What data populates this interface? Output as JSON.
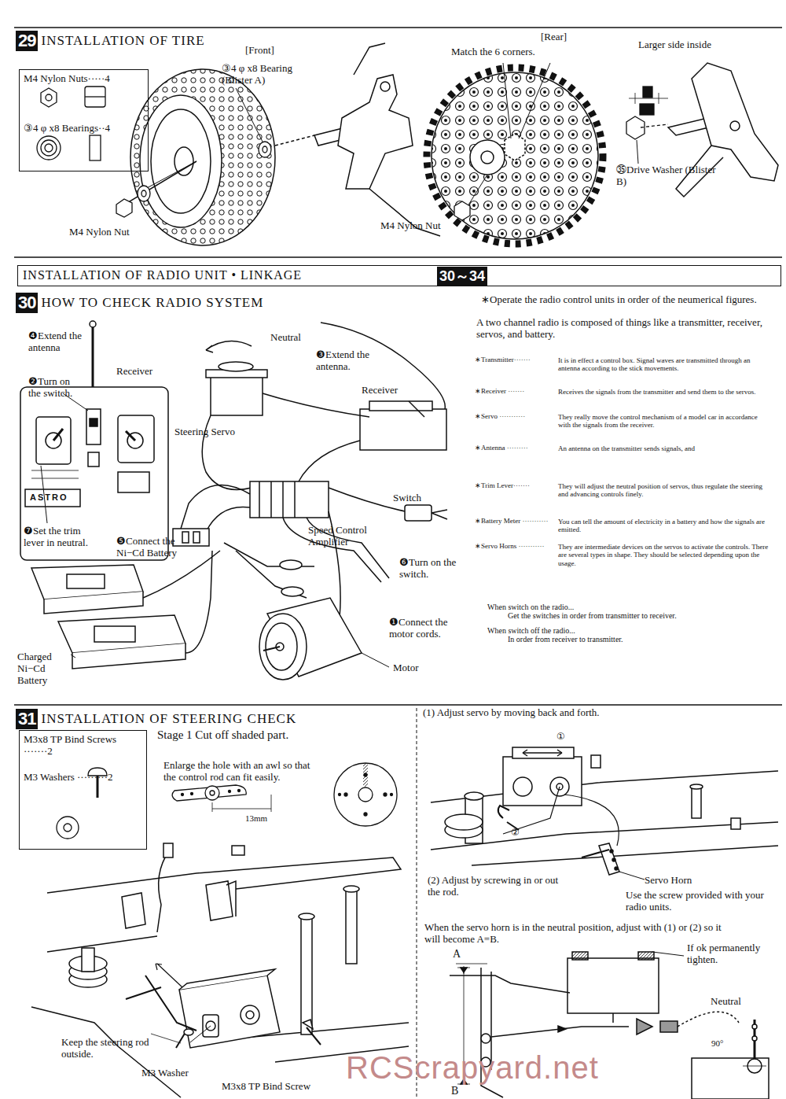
{
  "diagram": {
    "nodes": [
      {
        "text": [
          "29",
          "INSTALLATION OF TIRE"
        ]
      },
      {
        "text": [
          "M4 Nylon Nuts·····4",
          "③4 φ x8 Bearings··4"
        ]
      },
      {
        "text": [
          "INSTALLATION OF RADIO UNIT • LINKAGE",
          "30～34"
        ]
      },
      {
        "text": [
          "30",
          "HOW TO CHECK RADIO SYSTEM"
        ]
      },
      {
        "text": [
          "31",
          "INSTALLATION OF STEERING CHECK"
        ]
      },
      {
        "text": [
          "M3x8 TP Bind Screws ·······2",
          "M3 Washers ·········2"
        ]
      }
    ],
    "labels": [
      "[Front]",
      "③4 φ x8 Bearing (Blister A)",
      "M4 Nylon Nut",
      "[Rear]",
      "Match the 6 corners.",
      "Larger side inside",
      "㉟Drive Washer (Blister B)",
      "M4 Nylon Nut",
      "❹Extend the antenna",
      "Receiver",
      "❷Turn on the switch.",
      "❼Set the trim lever in neutral.",
      "❺Connect the Ni−Cd Battery",
      "Neutral",
      "❸Extend the antenna.",
      "Receiver",
      "Steering Servo",
      "Speed Control Amplifier",
      "Switch",
      "❻Turn on the switch.",
      "❶Connect the motor cords.",
      "Motor",
      "Charged Ni−Cd Battery",
      "ASTRO",
      "∗Operate the radio control units in order of the neumerical figures.",
      "A two channel radio is composed of things like a transmitter, receiver, servos, and battery.",
      "∗Transmitter·······",
      "It is in effect a control box. Signal waves are transmitted through an antenna according to the stick movements.",
      "∗Receiver ·······",
      "Receives the signals from the transmitter and send them to the servos.",
      "∗Servo ···········",
      "They really move the control mechanism of a model car in accordance with the signals from the receiver.",
      "∗Antenna ·········",
      "An antenna on the transmitter sends signals, and",
      "∗Trim Lever·······",
      "They will adjust the neutral position of servos, thus regulate the steering and advancing controls finely.",
      "∗Battery Meter ···········",
      "You can tell the amount of electricity in a battery and how the signals are emitted.",
      "∗Servo Horns ···········",
      "They are intermediate devices on the servos to activate the controls. There are several types in shape. They should be selected depending upon the usage.",
      "When switch on the radio...",
      "Get the switches in order from transmitter to receiver.",
      "When switch off the radio...",
      "In order from receiver to transmitter.",
      "Stage 1 Cut off shaded part.",
      "Enlarge the hole with an awl so that the control rod can fit easily.",
      "13mm",
      "Keep the steering rod outside.",
      "M3 Washer",
      "M3x8 TP Bind Screw",
      "(1) Adjust servo by moving back and forth.",
      "①",
      "②",
      "(2) Adjust by screwing in or out the rod.",
      "Servo Horn",
      "Use the screw provided with your radio units.",
      "When the servo horn is in the neutral position, adjust with (1) or (2) so it will become A=B.",
      "If ok permanently tighten.",
      "Neutral",
      "A",
      "B",
      "90°",
      "RCScrapyard.net"
    ]
  }
}
